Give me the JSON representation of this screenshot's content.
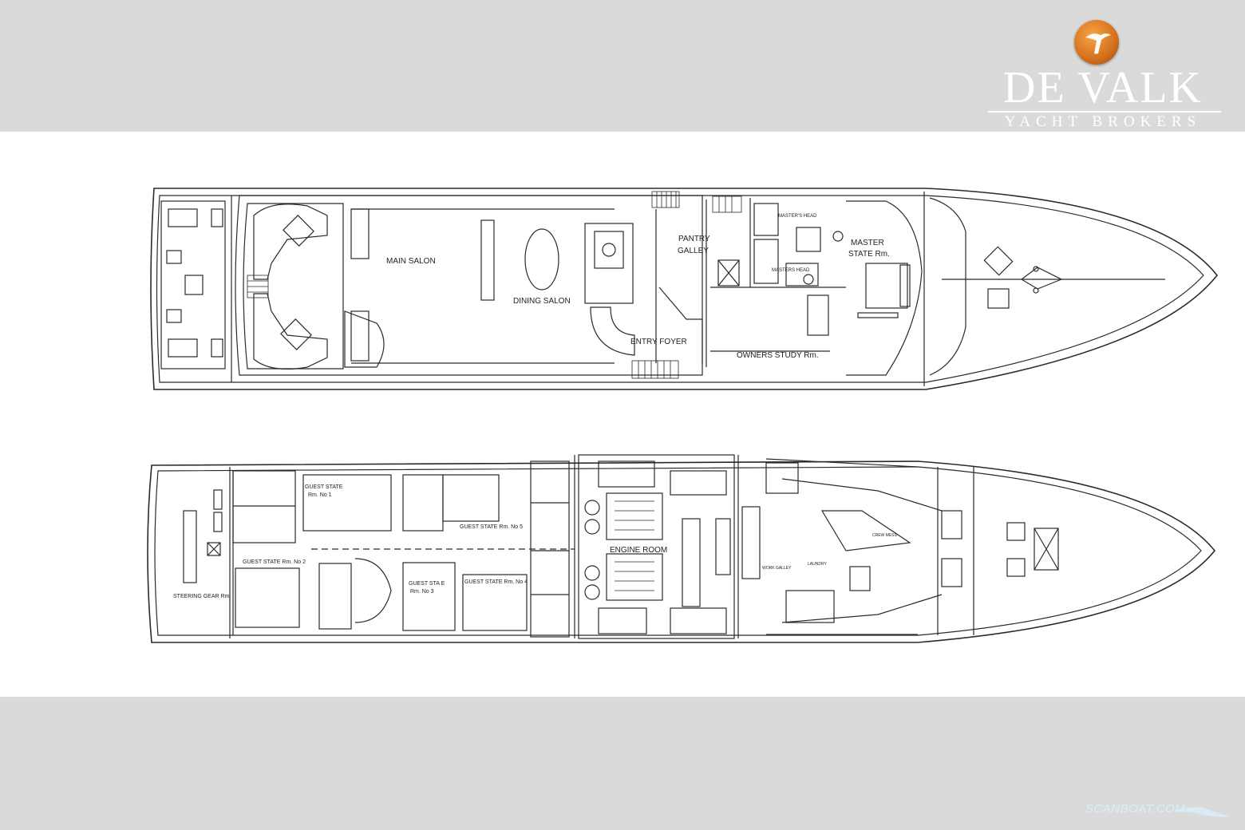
{
  "brand": {
    "name": "DE VALK",
    "tagline": "YACHT BROKERS"
  },
  "upper_deck": {
    "labels": {
      "main_salon": "MAIN SALON",
      "dining_salon": "DINING SALON",
      "pantry_line1": "PANTRY",
      "pantry_line2": "GALLEY",
      "entry_foyer": "ENTRY FOYER",
      "owners_study": "OWNERS STUDY Rm.",
      "master_line1": "MASTER",
      "master_line2": "STATE Rm.",
      "masters_head_1": "MASTER'S HEAD",
      "masters_head_2": "MASTERS HEAD"
    }
  },
  "lower_deck": {
    "labels": {
      "steering": "STEERING GEAR Rm.",
      "guest1_line1": "GUEST STATE",
      "guest1_line2": "Rm. No 1",
      "guest2": "GUEST STATE Rm. No 2",
      "guest3_line1": "GUEST STA E",
      "guest3_line2": "Rm. No 3",
      "guest4": "GUEST STATE Rm. No 4",
      "guest5": "GUEST STATE Rm. No 5",
      "engine_room": "ENGINE ROOM",
      "laundry": "LAUNDRY",
      "crew_galley": "WORK GALLEY",
      "crew_mess": "CREW MESS"
    }
  },
  "watermark": "SCANBOAT.COM",
  "colors": {
    "band": "#dadada",
    "paper": "#ffffff",
    "ink": "#222222",
    "logo_orange": "#d8741f"
  }
}
